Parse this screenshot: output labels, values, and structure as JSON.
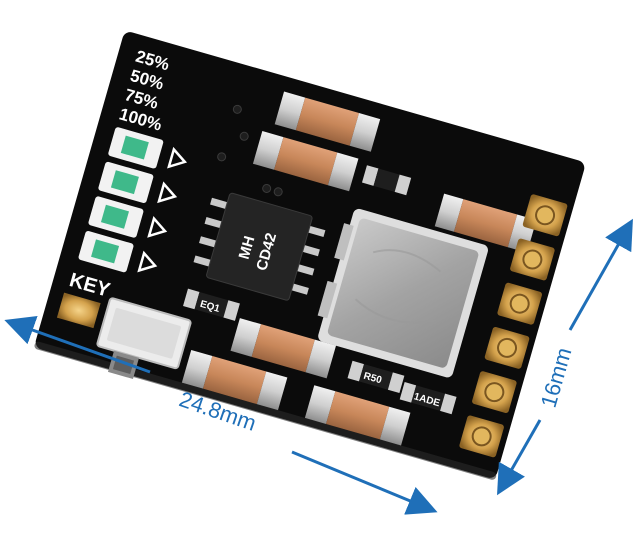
{
  "board": {
    "percent_labels": [
      "25%",
      "50%",
      "75%",
      "100%"
    ],
    "key_label": "KEY",
    "chip_text": [
      "MH",
      "CD42"
    ],
    "component_codes": [
      "EQ1",
      "R50",
      "1ADE"
    ]
  },
  "dimensions": {
    "width_label": "24.8mm",
    "height_label": "16mm",
    "color": "#1f6fb8"
  },
  "colors": {
    "board": "#0d0d0d",
    "pad": "#d4a24c",
    "capacitor": "#c8875a",
    "inductor": "#a9a9a9",
    "led": "#3fb98a"
  }
}
